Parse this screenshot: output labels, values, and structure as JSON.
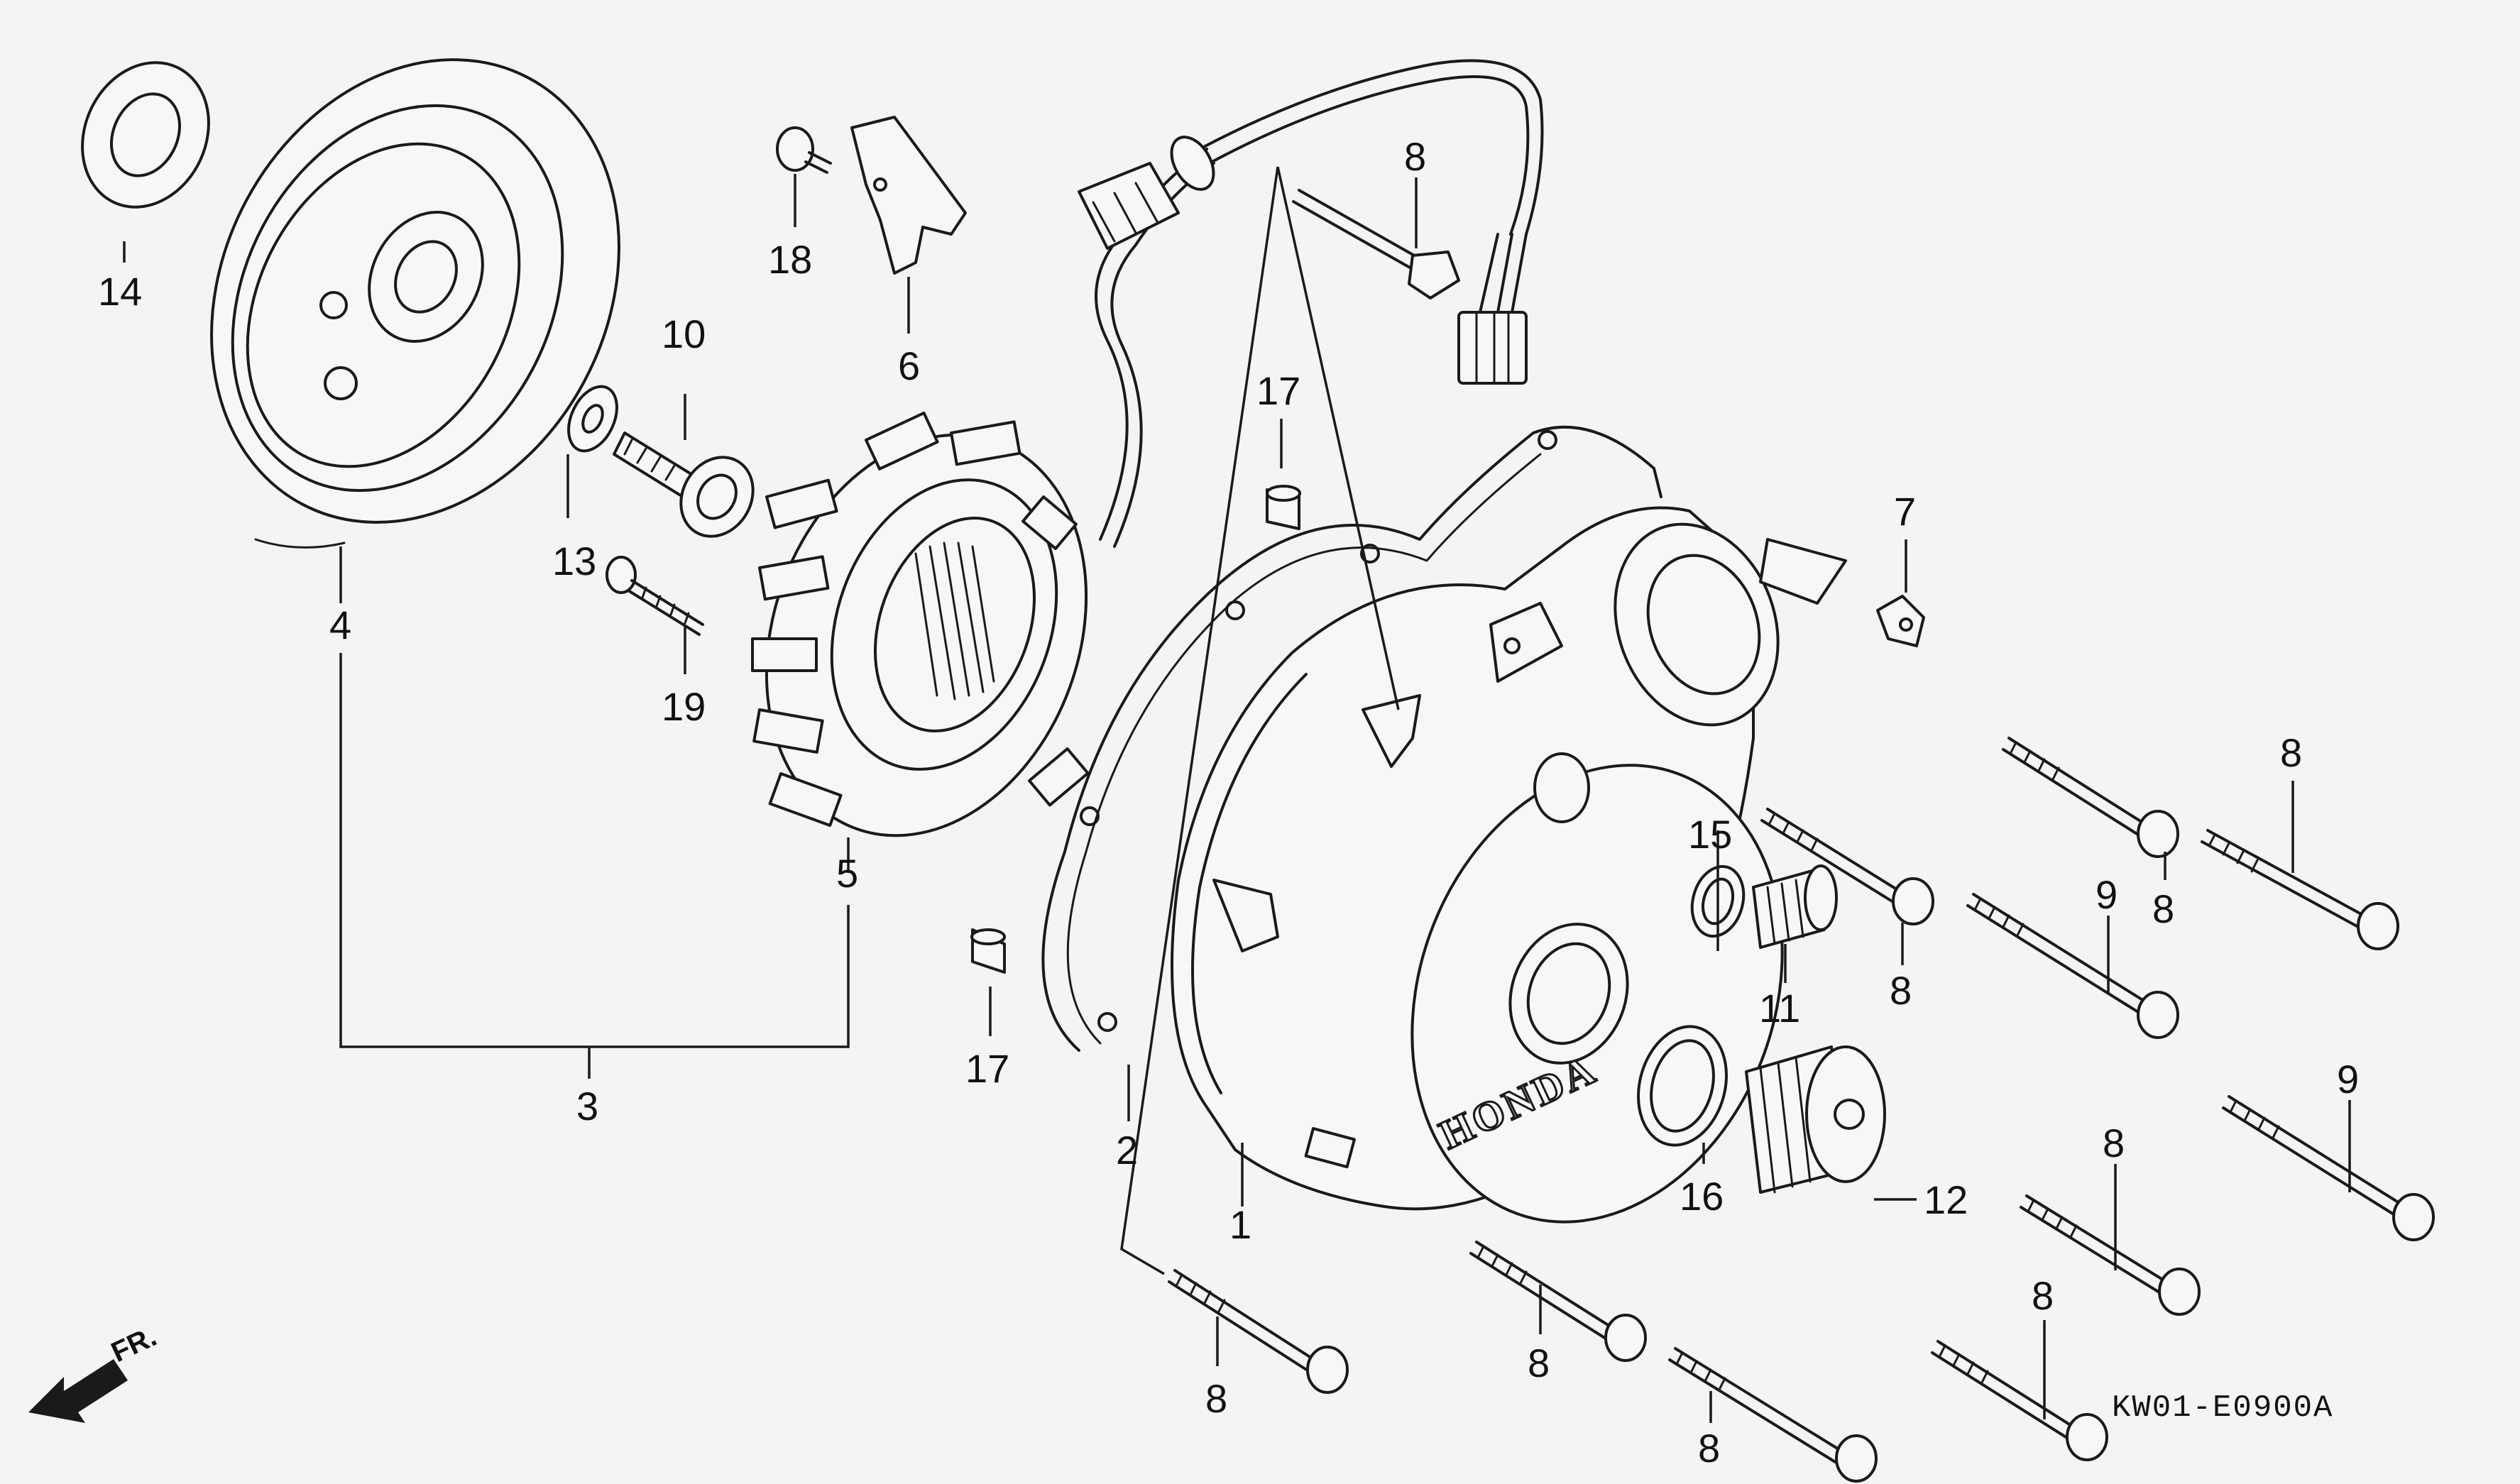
{
  "diagram": {
    "code": "KW01-E0900A",
    "front_marker": "FR.",
    "cover_brand": "HONDA",
    "labels": {
      "p1": "1",
      "p2": "2",
      "p3": "3",
      "p4": "4",
      "p5": "5",
      "p6": "6",
      "p7": "7",
      "p8a": "8",
      "p8b": "8",
      "p8c": "8",
      "p8d": "8",
      "p8e": "8",
      "p8f": "8",
      "p8g": "8",
      "p8h": "8",
      "p8i": "8",
      "p9a": "9",
      "p9b": "9",
      "p10": "10",
      "p11": "11",
      "p12": "12",
      "p13": "13",
      "p14": "14",
      "p15": "15",
      "p16": "16",
      "p17a": "17",
      "p17b": "17",
      "p18": "18",
      "p19": "19"
    }
  }
}
